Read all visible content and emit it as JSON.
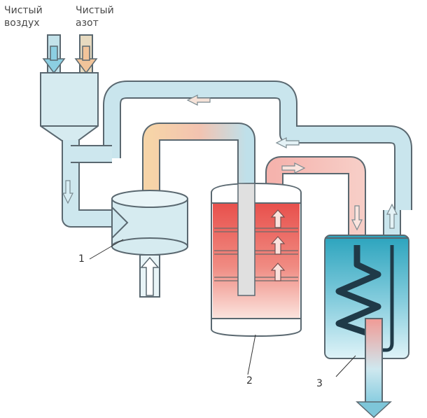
{
  "labels": {
    "clean_air_line1": "Чистый",
    "clean_air_line2": "воздух",
    "clean_nitrogen_line1": "Чистый",
    "clean_nitrogen_line2": "азот"
  },
  "callouts": {
    "unit_1": "1",
    "unit_2": "2",
    "unit_3": "3"
  },
  "colors": {
    "pipe_cool": "#bfe0ea",
    "pipe_warm": "#f2c6b4",
    "outline": "#5a6870",
    "vessel_hot": "#ee7c78",
    "vessel_cold": "#55b8cb",
    "arrow_blue": "#8ccfe2",
    "arrow_orange": "#f2c49a"
  }
}
